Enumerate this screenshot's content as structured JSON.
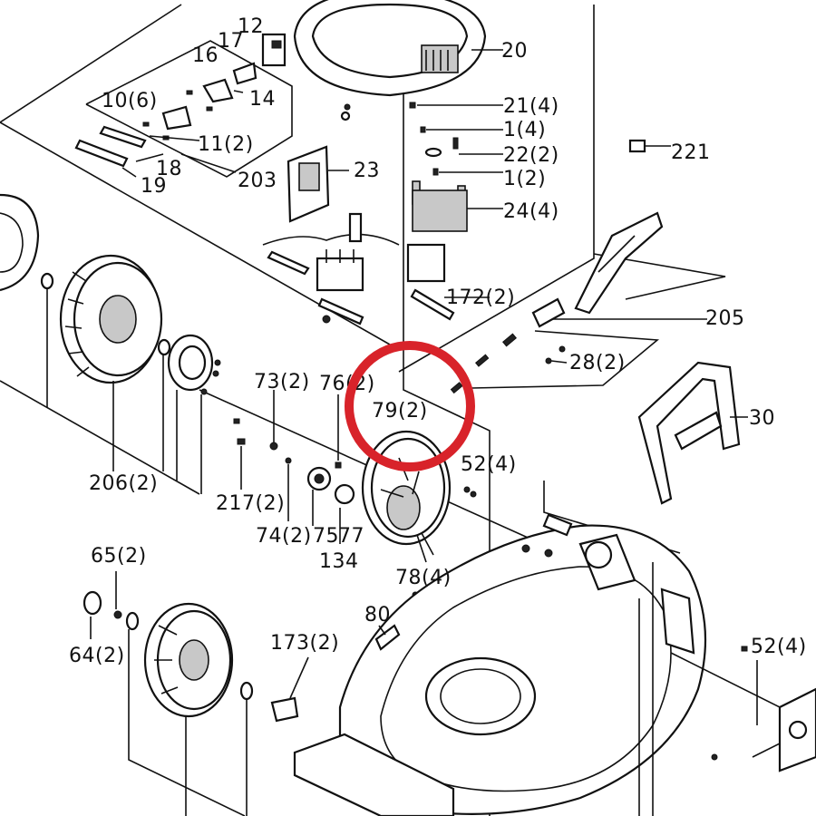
{
  "highlight": {
    "color": "#d8232a"
  },
  "labels": {
    "l20": "20",
    "l21": "21(4)",
    "l1a": "1(4)",
    "l22": "22(2)",
    "l1b": "1(2)",
    "l24": "24(4)",
    "l221": "221",
    "l12": "12",
    "l17": "17",
    "l16": "16",
    "l14": "14",
    "l10": "10(6)",
    "l11": "11(2)",
    "l18": "18",
    "l19": "19",
    "l203": "203",
    "l23": "23",
    "l172": "172(2)",
    "l205": "205",
    "l28": "28(2)",
    "l30": "30",
    "l73": "73(2)",
    "l76": "76(2)",
    "l79": "79(2)",
    "l52a": "52(4)",
    "l206": "206(2)",
    "l217": "217(2)",
    "l74": "74(2)",
    "l75": "75",
    "l77": "77",
    "l134": "134",
    "l78": "78(4)",
    "l65": "65(2)",
    "l64": "64(2)",
    "l173": "173(2)",
    "l80": "80",
    "l52b": "52(4)"
  }
}
